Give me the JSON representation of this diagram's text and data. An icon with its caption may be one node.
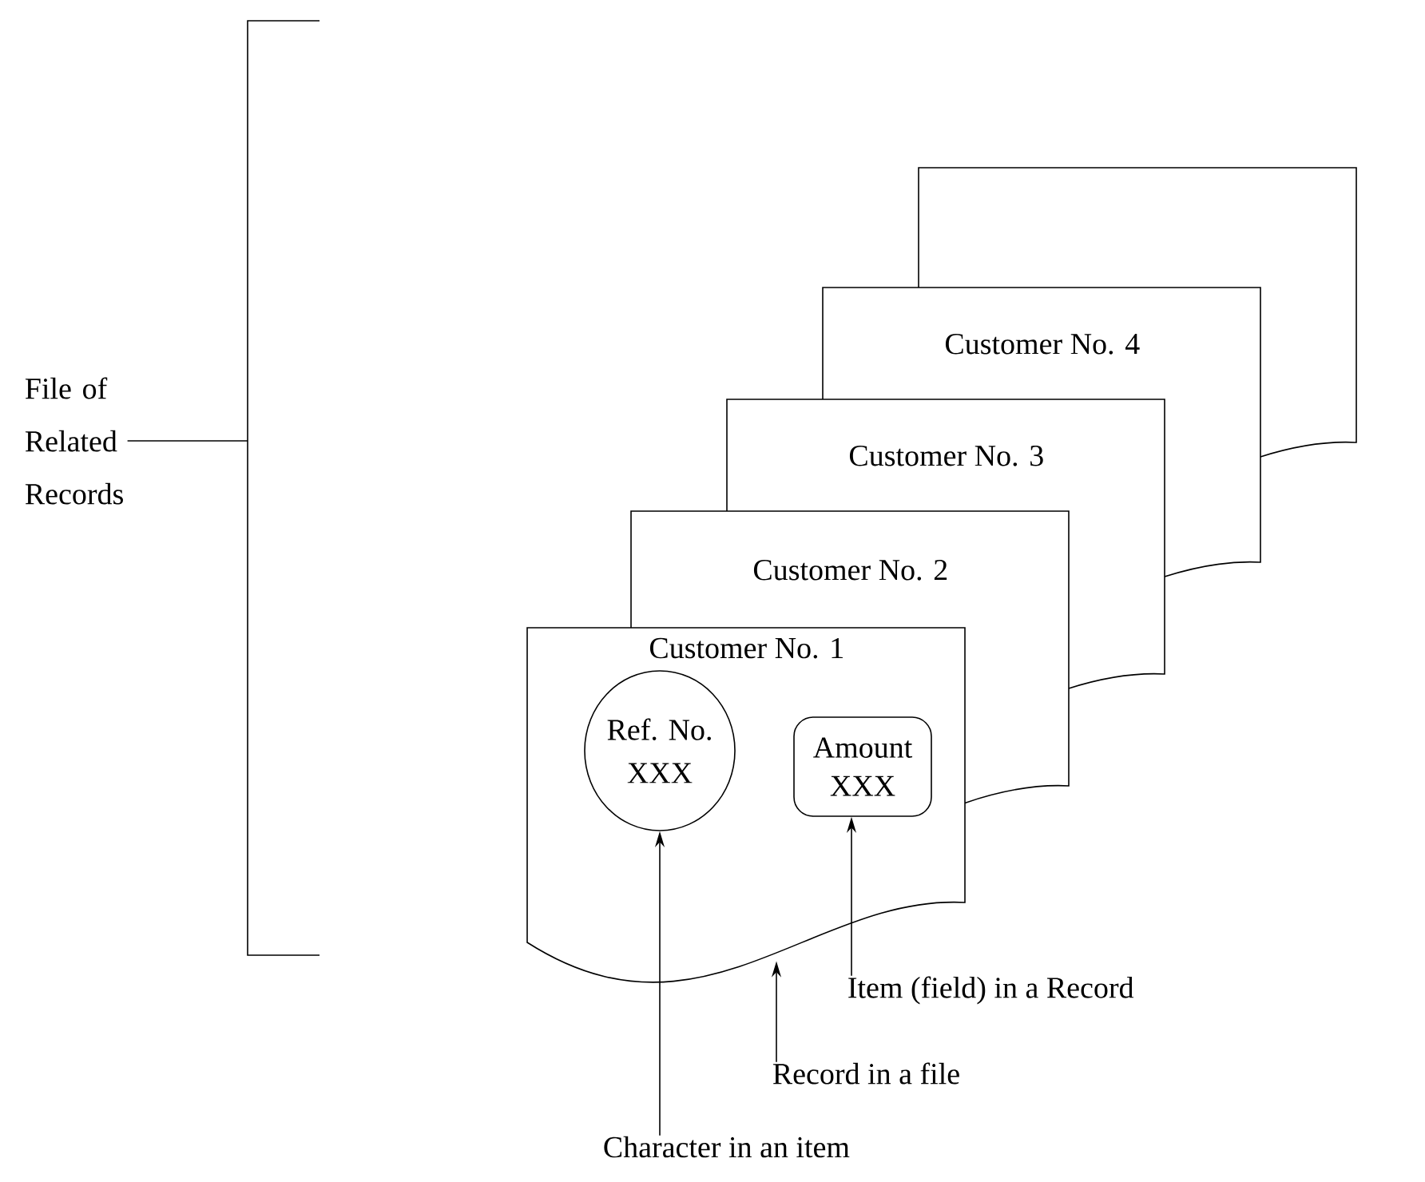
{
  "diagram": {
    "nodes": [
      {
        "text": [
          "File of Related Records"
        ]
      },
      {
        "text": [],
        "shape": "box"
      },
      {
        "text": [
          "Customer No. 4"
        ]
      },
      {
        "text": [
          "Customer No. 3"
        ]
      },
      {
        "text": [
          "Customer No. 2"
        ]
      },
      {
        "text": [
          "Customer No. 1"
        ]
      },
      {
        "text": [
          "Ref. No.",
          "XXX"
        ],
        "in": 5
      },
      {
        "text": [
          "Amount",
          "XXX"
        ],
        "in": 5
      },
      {
        "text": [
          "Item (field) in a Record"
        ]
      },
      {
        "text": [
          "Record in a file"
        ]
      },
      {
        "text": [
          "Character in an item"
        ]
      },
      {
        "text": [],
        "shape": "bracket"
      }
    ],
    "edges": [
      {
        "from": 0,
        "to": 11,
        "arrow": "none"
      },
      {
        "from": 8,
        "to": 7,
        "arrow": "to"
      },
      {
        "from": 9,
        "to": 5,
        "arrow": "to"
      },
      {
        "from": 10,
        "to": 6,
        "arrow": "to"
      }
    ]
  }
}
